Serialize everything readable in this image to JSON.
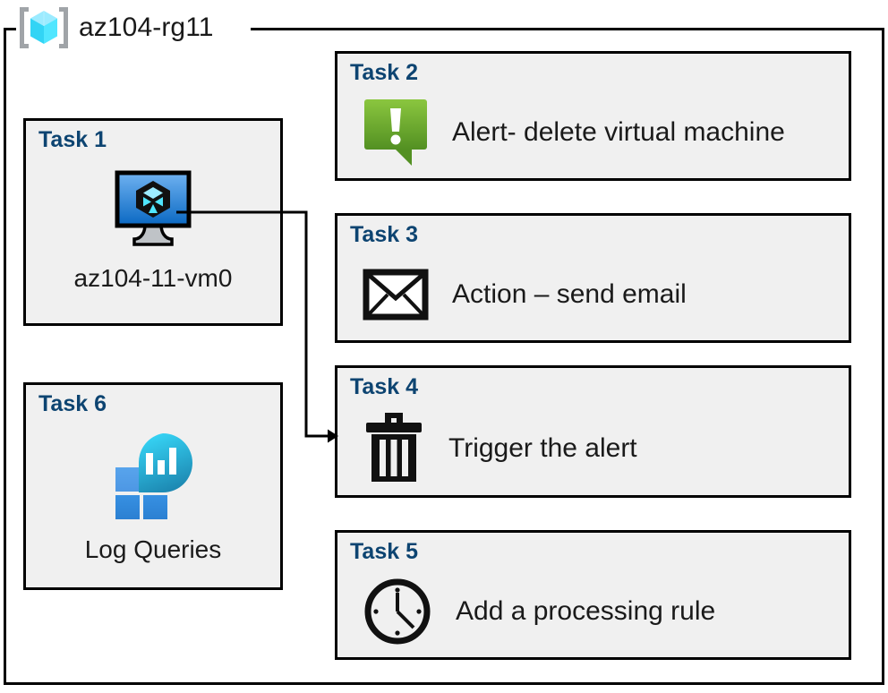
{
  "resource_group": {
    "title": "az104-rg11",
    "icon": "resource-group-cube-icon"
  },
  "cards": [
    {
      "id": "task1",
      "label": "Task 1",
      "caption": "az104-11-vm0",
      "icon": "virtual-machine-icon",
      "shape": "square"
    },
    {
      "id": "task2",
      "label": "Task 2",
      "caption": "Alert- delete virtual machine",
      "icon": "alert-exclamation-bubble-icon",
      "shape": "wide"
    },
    {
      "id": "task3",
      "label": "Task 3",
      "caption": "Action – send email",
      "icon": "envelope-icon",
      "shape": "wide"
    },
    {
      "id": "task4",
      "label": "Task 4",
      "caption": "Trigger the alert",
      "icon": "trash-can-icon",
      "shape": "wide"
    },
    {
      "id": "task5",
      "label": "Task 5",
      "caption": "Add a processing rule",
      "icon": "clock-icon",
      "shape": "wide"
    },
    {
      "id": "task6",
      "label": "Task 6",
      "caption": "Log Queries",
      "icon": "log-analytics-icon",
      "shape": "square"
    }
  ],
  "connector": {
    "from": "virtual-machine-icon",
    "to": "task4-card",
    "arrow": "arrowhead-right"
  },
  "colors": {
    "border": "#000000",
    "card_fill": "#F0F0F0",
    "task_label": "#0D4471",
    "caption_text": "#1A1A1A",
    "page_background": "#FFFFFF",
    "alert_green_light": "#82C341",
    "alert_green_dark": "#559124",
    "vm_blue_light": "#5EA5E8",
    "vm_blue_dark": "#0E6BC4",
    "rg_cube_cyan": "#50E6FF",
    "rg_bracket_gray": "#A0A4A8",
    "log_square_light": "#4D9BE8",
    "log_square_dark": "#2B88D8",
    "log_bubble_cyan": "#32D4F5",
    "log_bubble_teal": "#198AB3"
  }
}
